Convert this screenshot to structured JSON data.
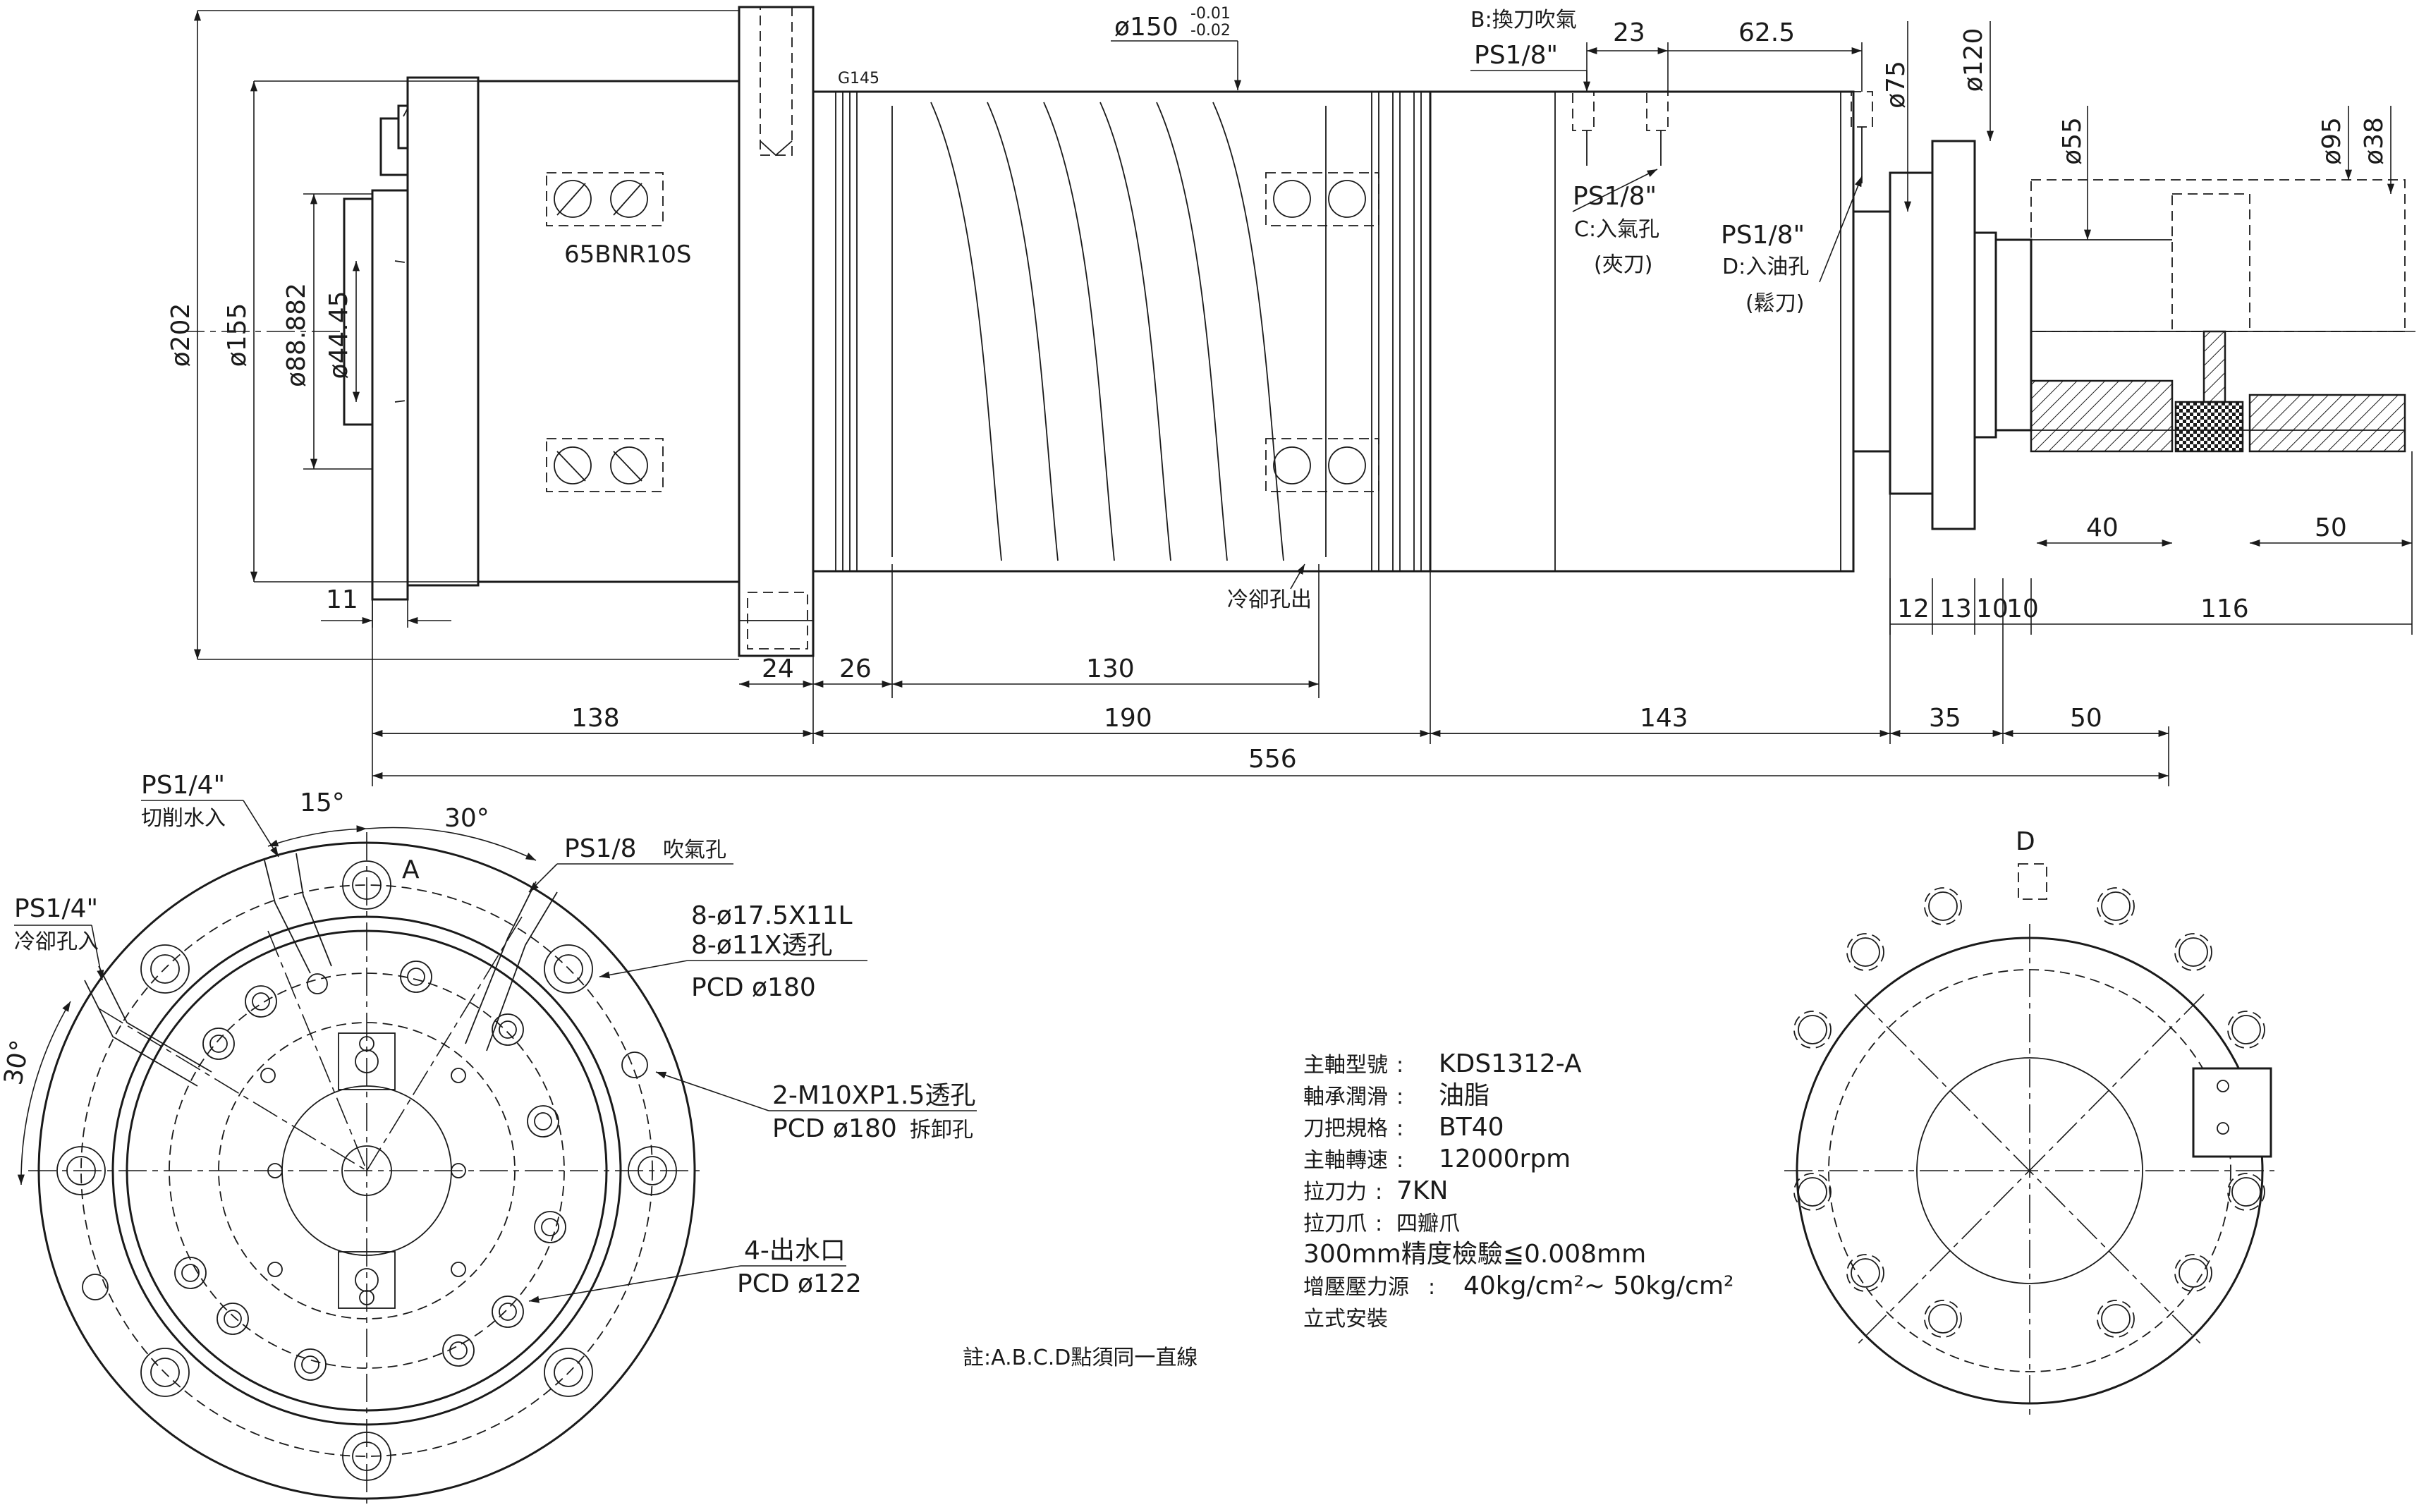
{
  "side_view": {
    "bearing_label": "65BNR10S",
    "gasket_label": "G145",
    "cooling_out": "冷卻孔出",
    "vertical_dims": [
      "ø202",
      "ø155",
      "ø88.882",
      "ø44.45"
    ],
    "diameter_top": {
      "prefix": "ø150",
      "upper": "-0.01",
      "lower": "-0.02"
    },
    "port_b": {
      "name": "B:換刀吹氣",
      "thread": "PS1/8\""
    },
    "port_c": {
      "thread": "PS1/8\"",
      "name": "C:入氣孔",
      "note": "(夾刀)"
    },
    "port_d": {
      "thread": "PS1/8\"",
      "name": "D:入油孔",
      "note": "(鬆刀)"
    },
    "right_diameters": [
      "ø75",
      "ø120",
      "ø55",
      "ø95",
      "ø38"
    ],
    "dims_row1": [
      "11",
      "24",
      "26",
      "130",
      "12",
      "13",
      "10",
      "10",
      "116",
      "23",
      "62.5",
      "40",
      "50"
    ],
    "dims_row2": [
      "138",
      "190",
      "143",
      "35",
      "50"
    ],
    "overall": "556"
  },
  "front_view": {
    "port_water": {
      "thread": "PS1/4\"",
      "name": "切削水入"
    },
    "angle_15": "15°",
    "angle_30_top": "30°",
    "angle_30_left": "30°",
    "label_a": "A",
    "port_air": {
      "thread": "PS1/8",
      "name": "吹氣孔"
    },
    "port_coolant": {
      "thread": "PS1/4\"",
      "name": "冷卻孔入"
    },
    "mount_holes": {
      "line1": "8-ø17.5X11L",
      "line2": "8-ø11X透孔",
      "pcd": "PCD  ø180"
    },
    "tap_holes": {
      "line1": "2-M10XP1.5透孔",
      "pcd": "PCD  ø180",
      "note": "拆卸孔"
    },
    "water_out": {
      "line1": "4-出水口",
      "pcd": "PCD  ø122"
    }
  },
  "rear_view": {
    "label_d": "D"
  },
  "specs": [
    {
      "label": "主軸型號",
      "value": "KDS1312-A"
    },
    {
      "label": "軸承潤滑",
      "value": "油脂"
    },
    {
      "label": "刀把規格",
      "value": "BT40"
    },
    {
      "label": "主軸轉速",
      "value": "12000rpm"
    },
    {
      "label": "拉刀力",
      "value": "7KN"
    },
    {
      "label": "拉刀爪",
      "value": "四瓣爪"
    }
  ],
  "spec_lines": {
    "accuracy": "300mm精度檢驗≦0.008mm",
    "pressure_label": "增壓壓力源",
    "pressure_value": "40kg/cm²~ 50kg/cm²",
    "mount": "立式安裝"
  },
  "note": "註:A.B.C.D點須同一直線"
}
